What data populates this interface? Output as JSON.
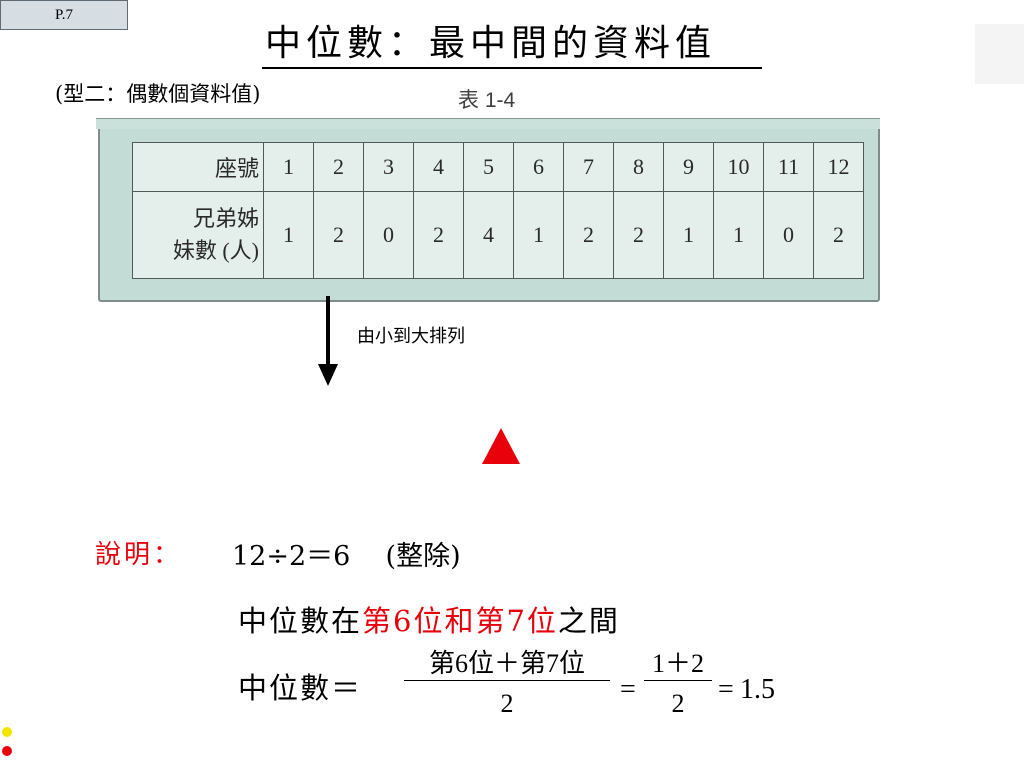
{
  "page_badge": "P.7",
  "title": "中位數：最中間的資料值",
  "subtitle": "(型二：偶數個資料值)",
  "table": {
    "caption": "表 1-4",
    "row1_label": "座號",
    "row2_label_line1": "兄弟姊",
    "row2_label_line2": "妹數 (人)",
    "seat_numbers": [
      "1",
      "2",
      "3",
      "4",
      "5",
      "6",
      "7",
      "8",
      "9",
      "10",
      "11",
      "12"
    ],
    "sibling_counts": [
      "1",
      "2",
      "0",
      "2",
      "4",
      "1",
      "2",
      "2",
      "1",
      "1",
      "0",
      "2"
    ]
  },
  "arrow_label": "由小到大排列",
  "explanation": {
    "label": "說明：",
    "formula": "12÷2＝6",
    "note": "(整除)",
    "line2_pre": "中位數在",
    "line2_red": "第6位和第7位",
    "line2_post": "之間",
    "line3_lead": "中位數＝",
    "frac1_num": "第6位＋第7位",
    "frac1_den": "2",
    "frac2_num": "1＋2",
    "frac2_den": "2",
    "result": "1.5"
  },
  "colors": {
    "accent_red": "#e8000b",
    "table_background": "#c3ddd6",
    "dot_yellow": "#f5e600",
    "dot_red": "#e8000b"
  }
}
